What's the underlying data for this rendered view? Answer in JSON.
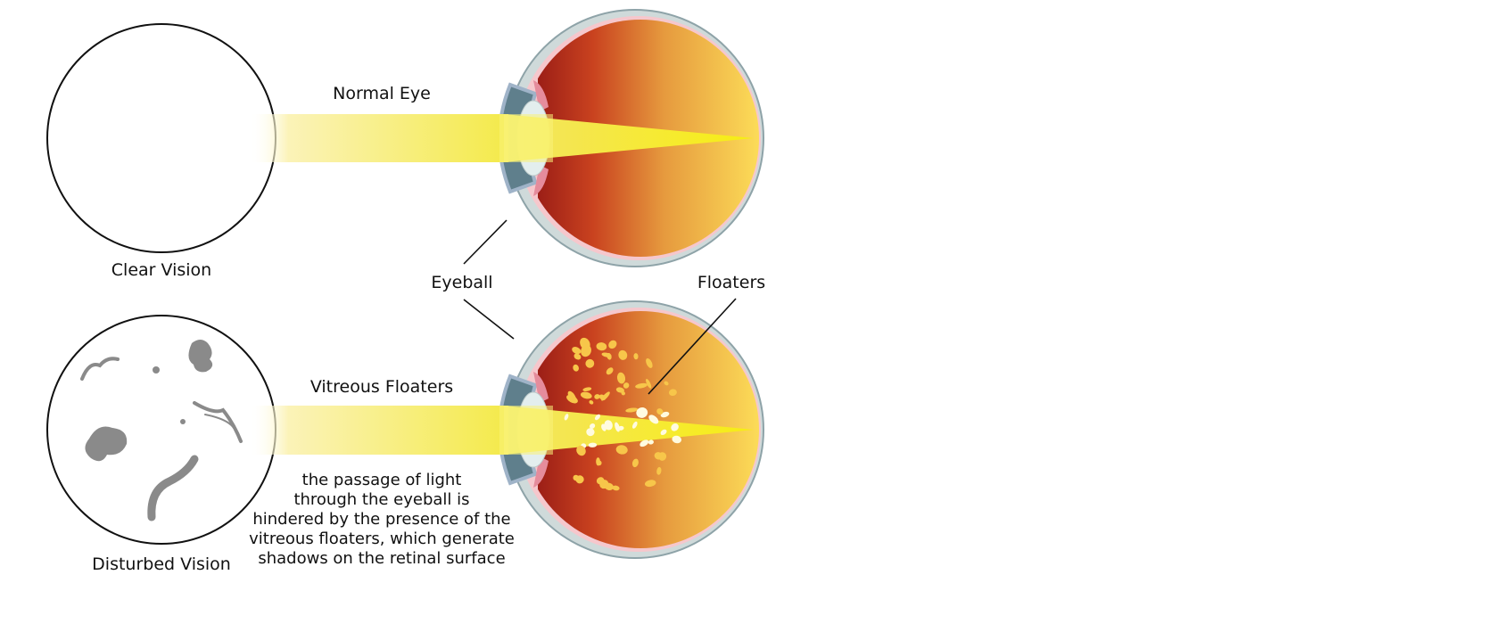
{
  "labels": {
    "normal_eye": "Normal Eye",
    "clear_vision": "Clear Vision",
    "eyeball": "Eyeball",
    "floaters": "Floaters",
    "vitreous_floaters": "Vitreous Floaters",
    "disturbed_vision": "Disturbed Vision"
  },
  "description": [
    "the passage of light",
    "through the eyeball is",
    "hindered by the presence of the",
    "vitreous floaters, which generate",
    "shadows on the retinal surface"
  ],
  "colors": {
    "eye_inner_dark": "#a01c18",
    "eye_inner_mid": "#d9662a",
    "eye_inner_light": "#fbd655",
    "beam": "#f5ef3a",
    "sclera": "#c9d6d6",
    "floater": "#f7c64a",
    "shadow": "#8a8a8a"
  }
}
